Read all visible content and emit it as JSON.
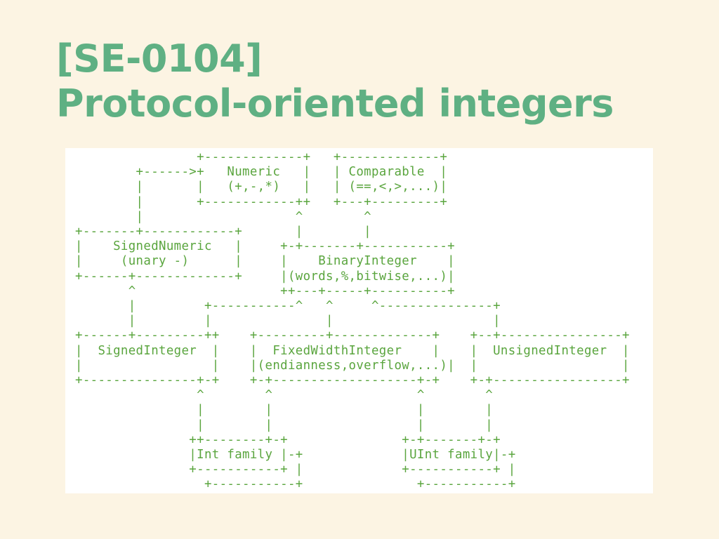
{
  "slide": {
    "title_line1": "[SE-0104]",
    "title_line2": "Protocol-oriented integers"
  },
  "diagram": {
    "colors": {
      "title": "#5fb083",
      "diagram_text": "#5aa53e",
      "background": "#fcf4e3",
      "panel": "#ffffff"
    },
    "lines": [
      "                +-------------+   +-------------+",
      "        +------>+   Numeric   |   | Comparable  |",
      "        |       |   (+,-,*)   |   | (==,<,>,...)|",
      "        |       +------------++   +---+---------+",
      "        |                    ^        ^",
      "+-------+------------+       |        |",
      "|    SignedNumeric   |     +-+-------+-----------+",
      "|     (unary -)      |     |    BinaryInteger    |",
      "+------+-------------+     |(words,%,bitwise,...)|",
      "       ^                   ++---+-----+----------+",
      "       |         +-----------^   ^     ^---------------+",
      "       |         |               |                     |",
      "+------+---------++    +---------+-------------+    +--+----------------+",
      "|  SignedInteger  |    |  FixedWidthInteger    |    |  UnsignedInteger  |",
      "|                 |    |(endianness,overflow,...)|  |                   |",
      "+---------------+-+    +-+-------------------+-+    +-+-----------------+",
      "                ^        ^                   ^        ^",
      "                |        |                   |        |",
      "                |        |                   |        |",
      "               ++--------+-+               +-+-------+-+",
      "               |Int family |-+             |UInt family|-+",
      "               +-----------+ |             +-----------+ |",
      "                 +-----------+               +-----------+"
    ]
  }
}
